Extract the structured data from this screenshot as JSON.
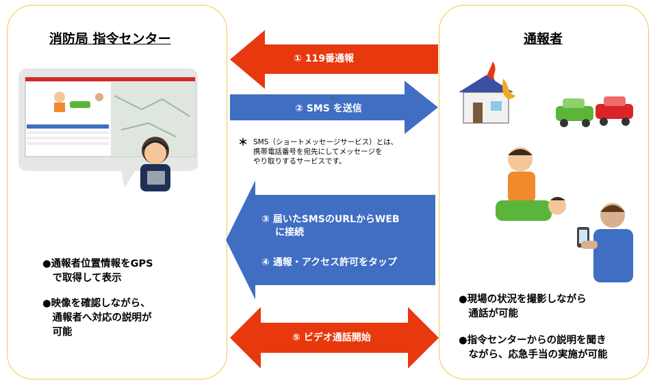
{
  "left_panel": {
    "title": "消防局 指令センター",
    "bullets": [
      [
        "●通報者位置情報をGPS",
        "　で取得して表示"
      ],
      [
        "●映像を確認しながら、",
        "　通報者へ対応の説明が",
        "　可能"
      ]
    ]
  },
  "right_panel": {
    "title": "通報者",
    "bullets": [
      [
        "●現場の状況を撮影しながら",
        "　通話が可能"
      ],
      [
        "●指令センターからの説明を聞き",
        "　ながら、応急手当の実施が可能"
      ]
    ]
  },
  "arrows": {
    "step1": "① 119番通報",
    "step2": "② SMS を送信",
    "step2_mark": "※",
    "step3_line1": "③ 届いたSMSのURLからWEB",
    "step3_line2": "に接続",
    "step4": "④ 通報・アクセス許可をタップ",
    "step5": "⑤ ビデオ通話開始"
  },
  "note": {
    "asterisk": "＊",
    "lines": [
      "SMS（ショートメッセージサービス）とは、",
      "携帯電話番号を宛先にしてメッセージを",
      "やり取りするサービスです。"
    ]
  },
  "colors": {
    "panel_border": "#f2c94c",
    "red_arrow": "#e8380d",
    "blue_arrow": "#3f6ec3"
  }
}
